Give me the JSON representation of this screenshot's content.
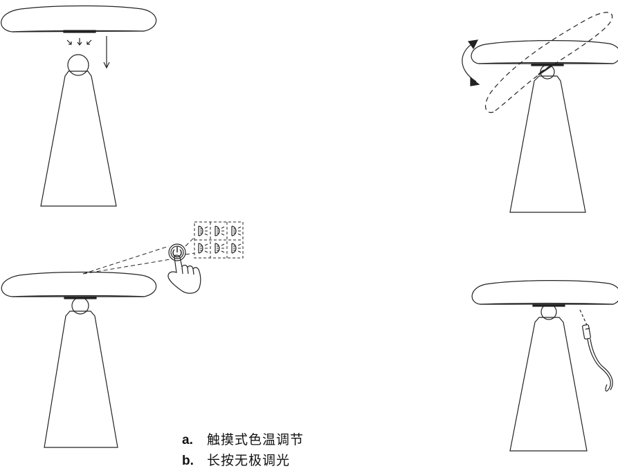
{
  "captions": [
    {
      "letter": "a.",
      "text": "触摸式色温调节"
    },
    {
      "letter": "b.",
      "text": "长按无极调光"
    }
  ],
  "colors": {
    "stroke": "#222222",
    "background": "#ffffff"
  },
  "icons": [
    "lamp-assembly-diagram",
    "tilt-adjustment-diagram",
    "touch-control-diagram",
    "power-cable-diagram",
    "power-button-icon",
    "finger-touch-icon",
    "light-mode-icon",
    "rotation-arrow-icon"
  ]
}
